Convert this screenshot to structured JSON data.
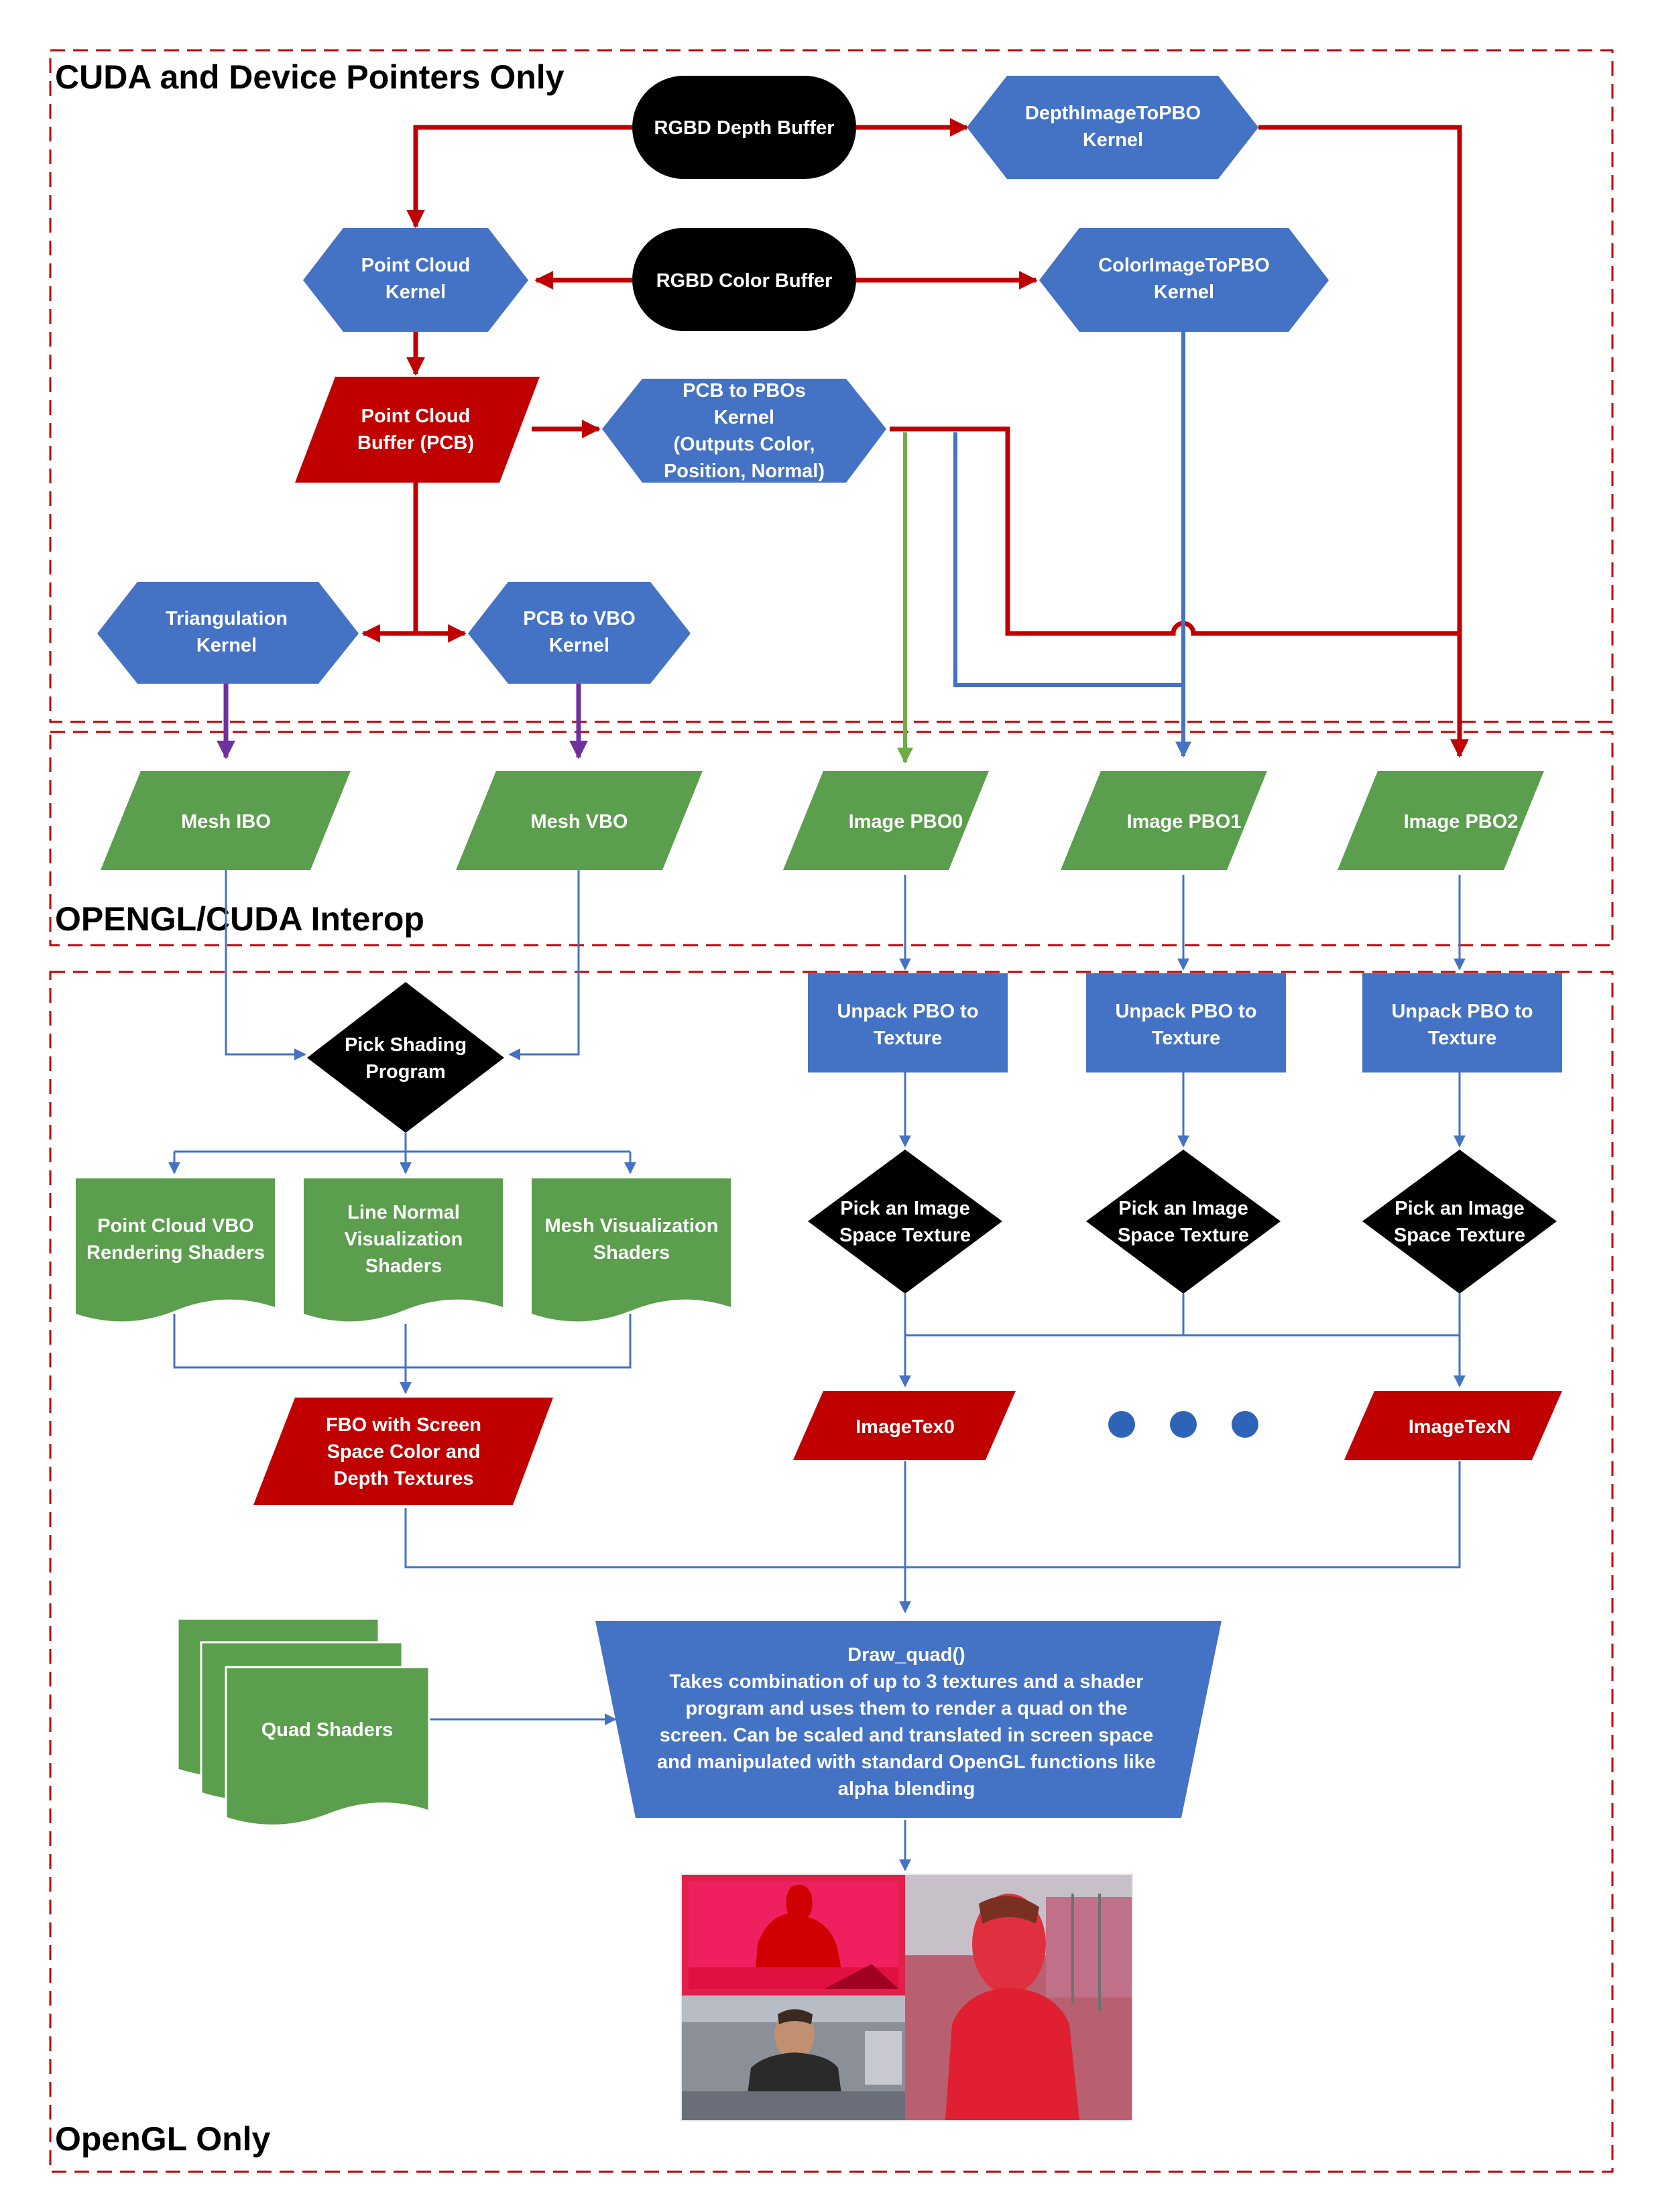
{
  "sections": {
    "cuda": "CUDA and Device Pointers Only",
    "interop": "OPENGL/CUDA Interop",
    "opengl": "OpenGL Only"
  },
  "nodes": {
    "rgbd_depth": "RGBD Depth Buffer",
    "rgbd_color": "RGBD Color Buffer",
    "depth_kernel": [
      "DepthImageToPBO",
      "Kernel"
    ],
    "color_kernel": [
      "ColorImageToPBO",
      "Kernel"
    ],
    "pc_kernel": [
      "Point Cloud",
      "Kernel"
    ],
    "pcb": [
      "Point Cloud",
      "Buffer (PCB)"
    ],
    "pcb_pbos": [
      "PCB to PBOs",
      "Kernel",
      "(Outputs Color,",
      "Position, Normal)"
    ],
    "tri_kernel": [
      "Triangulation",
      "Kernel"
    ],
    "vbo_kernel": [
      "PCB to VBO",
      "Kernel"
    ],
    "mesh_ibo": "Mesh IBO",
    "mesh_vbo": "Mesh VBO",
    "pbo0": "Image PBO0",
    "pbo1": "Image PBO1",
    "pbo2": "Image PBO2",
    "unpack": [
      "Unpack PBO to",
      "Texture"
    ],
    "pick_shading": [
      "Pick Shading",
      "Program"
    ],
    "pick_image": [
      "Pick an Image",
      "Space Texture"
    ],
    "pc_shaders": [
      "Point Cloud VBO",
      "Rendering Shaders"
    ],
    "ln_shaders": [
      "Line Normal",
      "Visualization",
      "Shaders"
    ],
    "mesh_shaders": [
      "Mesh Visualization",
      "Shaders"
    ],
    "fbo": [
      "FBO with Screen",
      "Space Color and",
      "Depth Textures"
    ],
    "imagetex0": "ImageTex0",
    "imagetexn": "ImageTexN",
    "quad_shaders": "Quad Shaders",
    "draw_quad": [
      "Draw_quad()",
      "Takes combination of up to 3 textures and a shader",
      "program and uses them to render a quad on the",
      "screen. Can be scaled and translated in screen space",
      "and manipulated with standard OpenGL  functions like",
      "alpha blending"
    ]
  },
  "colors": {
    "kernel_blue": "#4472C4",
    "interop_green": "#5B9E4D",
    "buffer_red": "#C00000",
    "terminal_black": "#000000",
    "flow_green": "#70AD47",
    "flow_purple": "#7030A0"
  }
}
